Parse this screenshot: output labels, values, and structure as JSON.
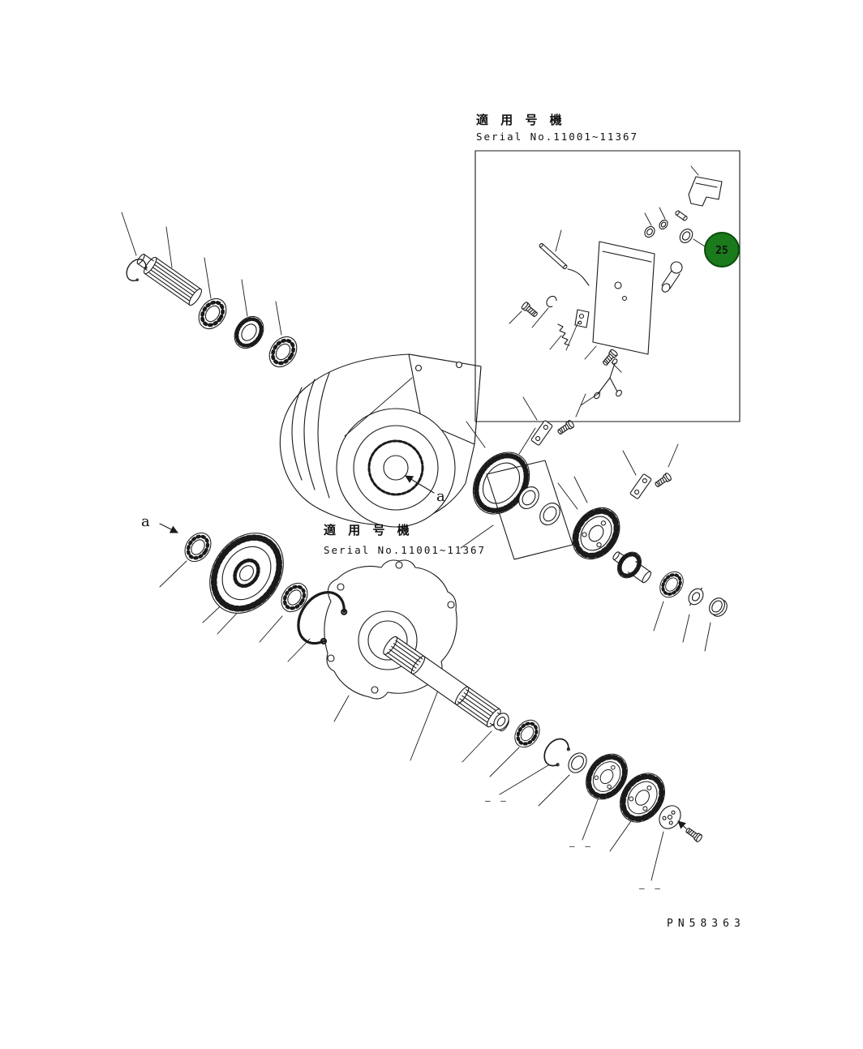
{
  "figure": {
    "part_code": "PN58363"
  },
  "inset": {
    "header": {
      "line1": "適 用 号 機",
      "line2": "Serial No.11001~11367"
    },
    "callout": {
      "number": "25"
    }
  },
  "main": {
    "header": {
      "line1": "適 用 号 機",
      "line2": "Serial No.11001~11367"
    },
    "view_label_upper": "a",
    "view_label_lower": "a",
    "placeholder_dashes": {
      "d1": "– –",
      "d2": "– –",
      "d3": "– –"
    }
  },
  "colors": {
    "line": "#1a1a1a",
    "callout_fill": "#1b7a1b",
    "callout_edge": "#0a4d0a",
    "callout_text": "#a9f0a9"
  }
}
